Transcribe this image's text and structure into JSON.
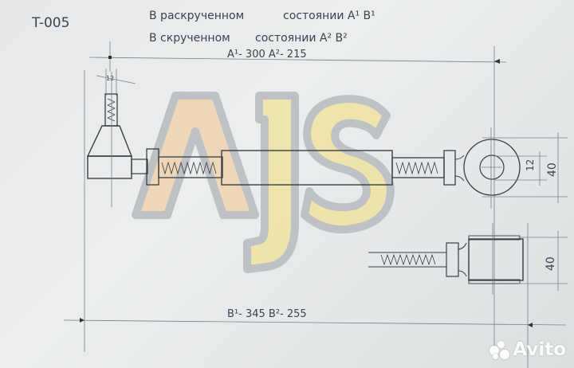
{
  "drawing": {
    "part_number": "T-005",
    "note_line_1_prefix": "В раскрученном",
    "note_line_1_suffix": "состоянии A¹ B¹",
    "note_line_2_prefix": "В скрученном",
    "note_line_2_suffix": "состоянии A² B²",
    "dim_a": "A¹- 300  A²- 215",
    "dim_b": "B¹- 345  B²- 255",
    "dim_stud_width": "12",
    "dim_eye_hole": "12",
    "dim_eye_outer": "40",
    "dim_bushing_width": "40"
  },
  "watermark": {
    "logo_text": "AJS",
    "logo_colors": {
      "outline": "#b9bcc0",
      "fill_a": "#f0cfa8",
      "fill_b": "#eee4a0"
    },
    "avito_text": "Avito"
  }
}
